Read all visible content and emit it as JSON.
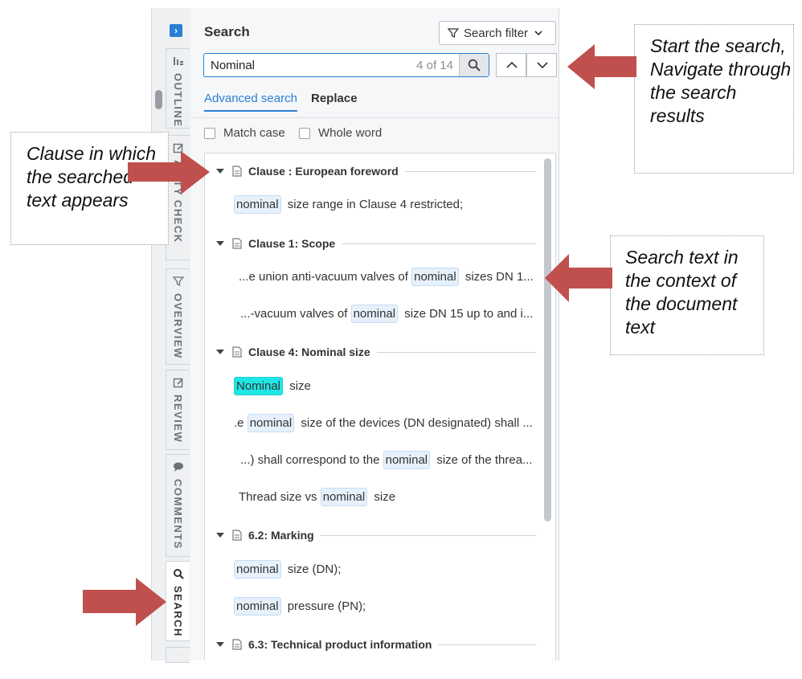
{
  "rail": {
    "tabs": [
      {
        "label": "OUTLINE",
        "icon": "outline-icon"
      },
      {
        "label": "ALITY CHECK",
        "icon": "edit-icon"
      },
      {
        "label": "OVERVIEW",
        "icon": "filter-icon"
      },
      {
        "label": "REVIEW",
        "icon": "edit-icon"
      },
      {
        "label": "COMMENTS",
        "icon": "comment-icon"
      },
      {
        "label": "SEARCH",
        "icon": "search-icon"
      }
    ]
  },
  "panel": {
    "title": "Search",
    "filter_label": "Search filter",
    "query": "Nominal",
    "count": "4 of 14",
    "tabs": {
      "advanced": "Advanced search",
      "replace": "Replace"
    },
    "options": {
      "match_case": "Match case",
      "whole_word": "Whole word"
    }
  },
  "results": [
    {
      "clause": "Clause : European foreword",
      "hits": [
        {
          "pre": "",
          "term": "nominal",
          "post": "size range in Clause 4 restricted;"
        }
      ]
    },
    {
      "clause": "Clause 1: Scope",
      "hits": [
        {
          "pre": "...e union anti-vacuum valves of",
          "term": "nominal",
          "post": "sizes DN 1..."
        },
        {
          "pre": "...-vacuum valves of",
          "term": "nominal",
          "post": "size DN 15 up to and i..."
        }
      ]
    },
    {
      "clause": "Clause 4: Nominal size",
      "hits": [
        {
          "pre": "",
          "term": "Nominal",
          "post": "size",
          "current": true
        },
        {
          "pre": ".e",
          "term": "nominal",
          "post": "size of the devices (DN designated) shall ..."
        },
        {
          "pre": "...) shall correspond to the",
          "term": "nominal",
          "post": "size of the threa..."
        },
        {
          "pre": "Thread size vs",
          "term": "nominal",
          "post": "size"
        }
      ]
    },
    {
      "clause": "6.2: Marking",
      "hits": [
        {
          "pre": "",
          "term": "nominal",
          "post": "size (DN);"
        },
        {
          "pre": "",
          "term": "nominal",
          "post": "pressure (PN);"
        }
      ]
    },
    {
      "clause": "6.3: Technical product information",
      "hits": []
    }
  ],
  "callouts": {
    "clause": "Clause in which the searched text appears",
    "start": "Start the search, Navigate through the search results",
    "context": "Search text in the context of the document text"
  },
  "colors": {
    "accent": "#2a7fd4",
    "current_highlight": "#20e6e6",
    "arrow": "#c0504d"
  }
}
